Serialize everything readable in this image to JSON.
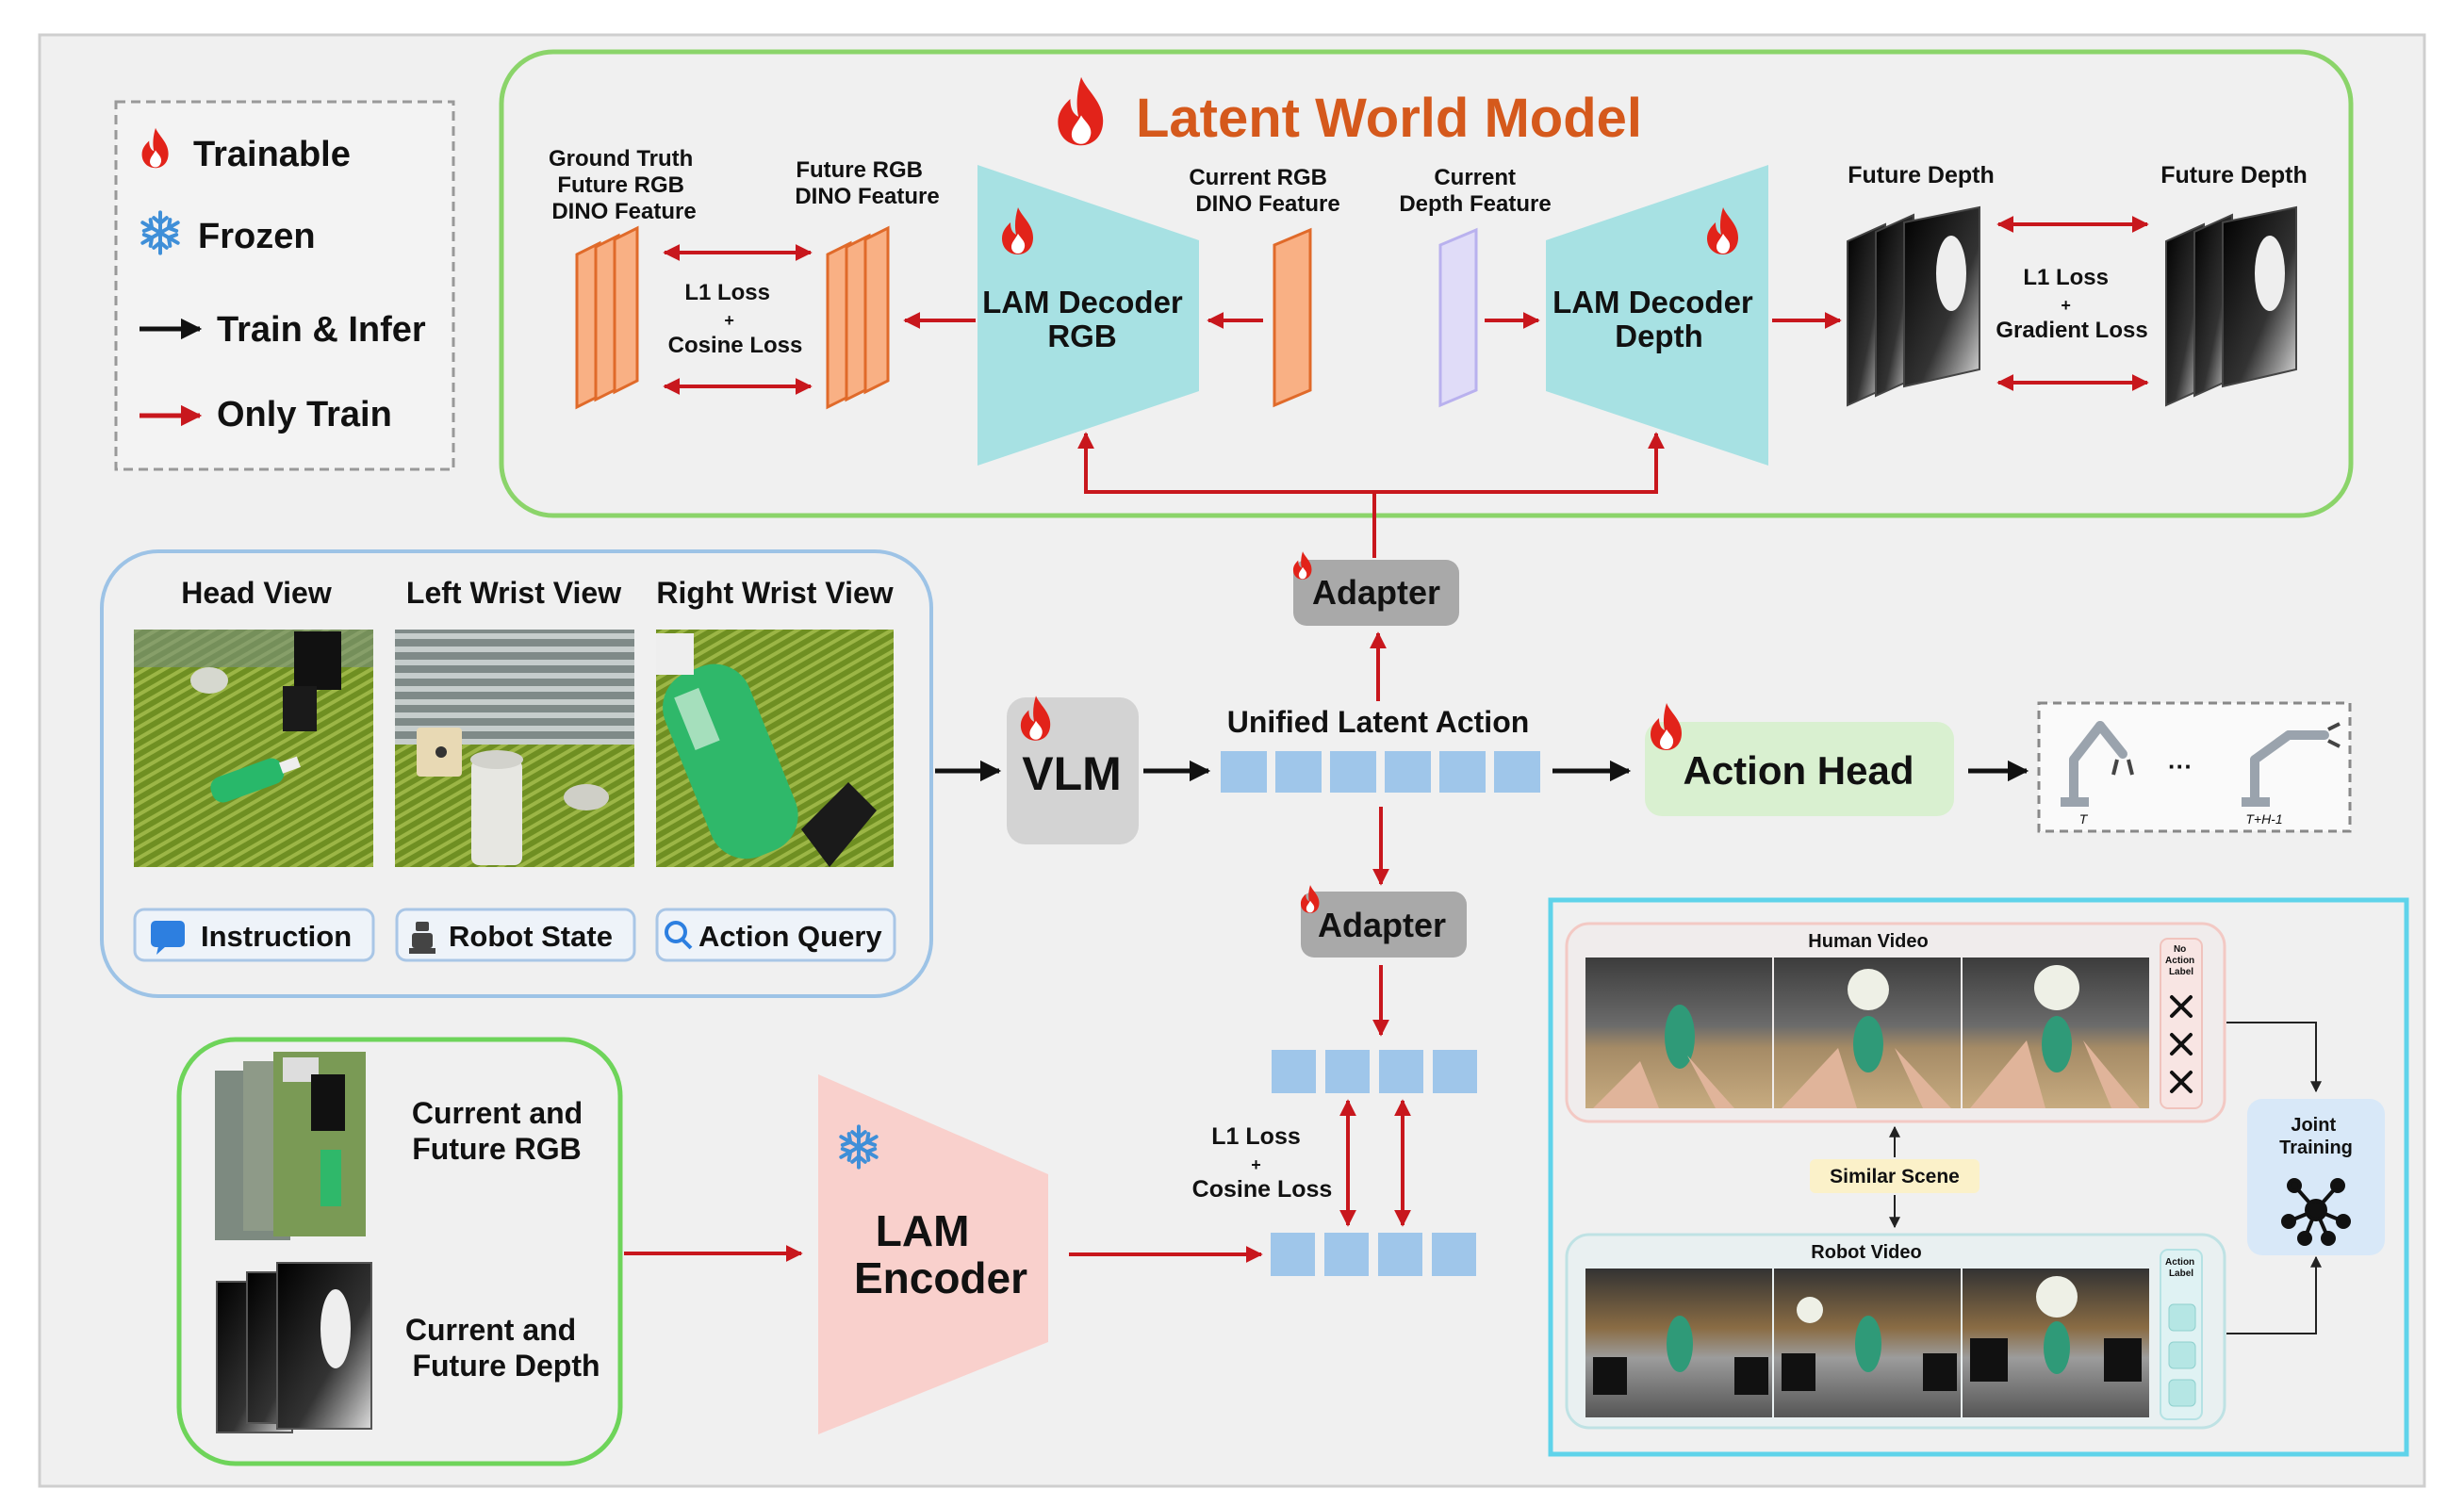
{
  "legend": {
    "trainable": "Trainable",
    "frozen": "Frozen",
    "train_infer": "Train & Infer",
    "only_train": "Only Train"
  },
  "world_model": {
    "title": "Latent World Model",
    "gt_feature": [
      "Ground Truth",
      "Future RGB",
      "DINO Feature"
    ],
    "future_rgb_feature": [
      "Future RGB",
      "DINO Feature"
    ],
    "loss_left": [
      "L1 Loss",
      "+",
      "Cosine Loss"
    ],
    "decoder_rgb": [
      "LAM Decoder",
      "RGB"
    ],
    "current_rgb_feature": [
      "Current RGB",
      "DINO Feature"
    ],
    "current_depth_feature": [
      "Current",
      "Depth Feature"
    ],
    "decoder_depth": [
      "LAM Decoder",
      "Depth"
    ],
    "future_depth_1": "Future Depth",
    "future_depth_2": "Future Depth",
    "loss_right": [
      "L1 Loss",
      "+",
      "Gradient Loss"
    ]
  },
  "inputs": {
    "head_view": "Head View",
    "left_wrist_view": "Left Wrist View",
    "right_wrist_view": "Right Wrist View",
    "instruction": "Instruction",
    "robot_state": "Robot State",
    "action_query": "Action Query"
  },
  "center": {
    "vlm": "VLM",
    "adapter_top": "Adapter",
    "adapter_bottom": "Adapter",
    "unified_latent_action": "Unified Latent Action",
    "action_head": "Action Head",
    "traj_start": "T",
    "traj_dots": "···",
    "traj_end": "T+H-1",
    "loss_center": [
      "L1 Loss",
      "+",
      "Cosine Loss"
    ]
  },
  "encoder": {
    "current_future_rgb": [
      "Current and",
      "Future RGB"
    ],
    "current_future_depth": [
      "Current and",
      "Future Depth"
    ],
    "lam_encoder": [
      "LAM",
      "Encoder"
    ]
  },
  "joint": {
    "human_video": "Human Video",
    "no_action_label": [
      "No",
      "Action",
      "Label"
    ],
    "similar_scene": "Similar Scene",
    "robot_video": "Robot Video",
    "action_label": [
      "Action",
      "Label"
    ],
    "joint_training": [
      "Joint",
      "Training"
    ]
  },
  "colors": {
    "red_arrow": "#c8171d",
    "title_orange": "#d5591c",
    "green_border": "#8bd46a",
    "blue_border": "#9dc3e6",
    "cyan_border": "#5fd3ea",
    "decoder_teal": "#a7e1e3",
    "feature_orange": "#f9b084",
    "latent_blue": "#9fc6ea",
    "encoder_pink": "#f9d0cc",
    "action_head_green": "#d9f0d0"
  }
}
